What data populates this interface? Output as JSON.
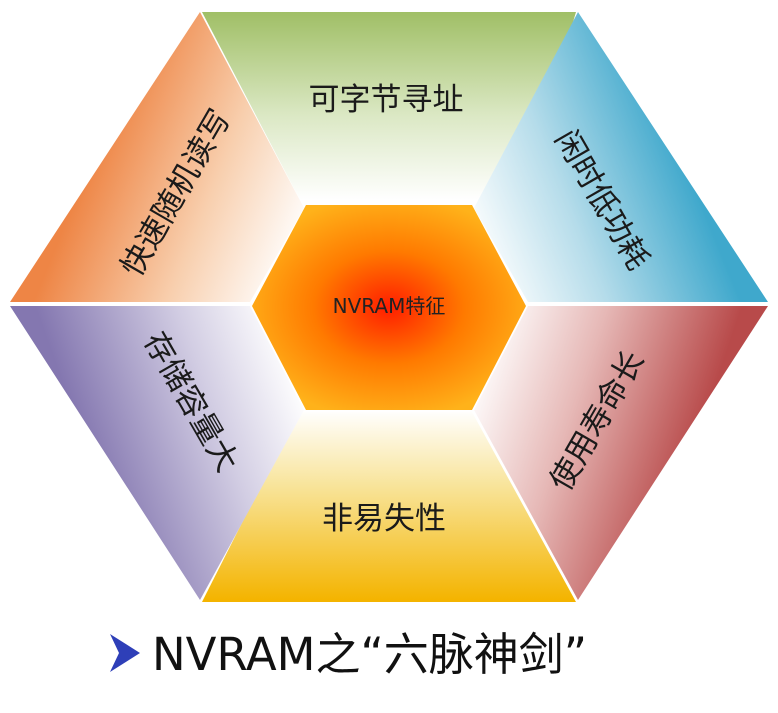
{
  "center": {
    "label": "NVRAM特征"
  },
  "segments": [
    {
      "label": "可字节寻址",
      "color": "#a3c26e"
    },
    {
      "label": "闲时低功耗",
      "color": "#58b8d6"
    },
    {
      "label": "使用寿命长",
      "color": "#c0504d"
    },
    {
      "label": "非易失性",
      "color": "#f2b705"
    },
    {
      "label": "存储容量大",
      "color": "#8a7fb5"
    },
    {
      "label": "快速随机读写",
      "color": "#f08a4b"
    }
  ],
  "caption": {
    "bullet_color": "#2e3fb8",
    "text": "NVRAM之“六脉神剑”"
  }
}
